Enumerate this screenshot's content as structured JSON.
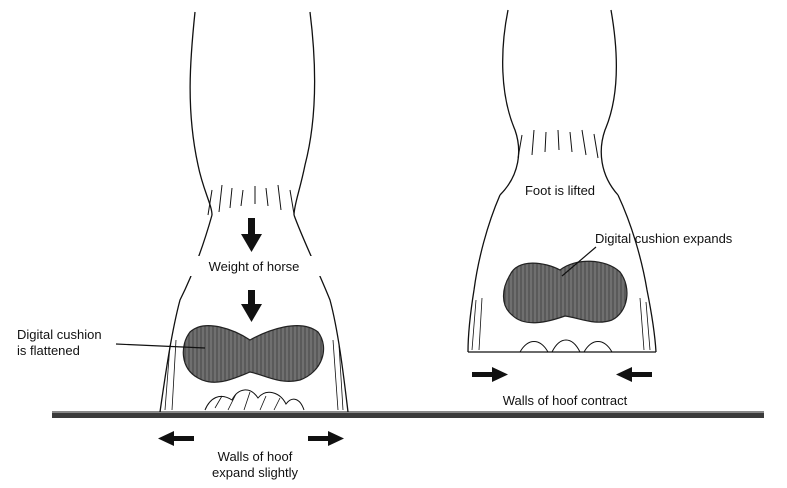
{
  "left_foot": {
    "weight_label": "Weight of horse",
    "cushion_label_line1": "Digital cushion",
    "cushion_label_line2": "is flattened",
    "walls_label_line1": "Walls of hoof",
    "walls_label_line2": "expand slightly"
  },
  "right_foot": {
    "lifted_label": "Foot is lifted",
    "cushion_label": "Digital cushion expands",
    "walls_label": "Walls of hoof contract"
  },
  "colors": {
    "ink": "#111111",
    "cushion_fill": "#6a6a6a",
    "ground": "#333333"
  }
}
